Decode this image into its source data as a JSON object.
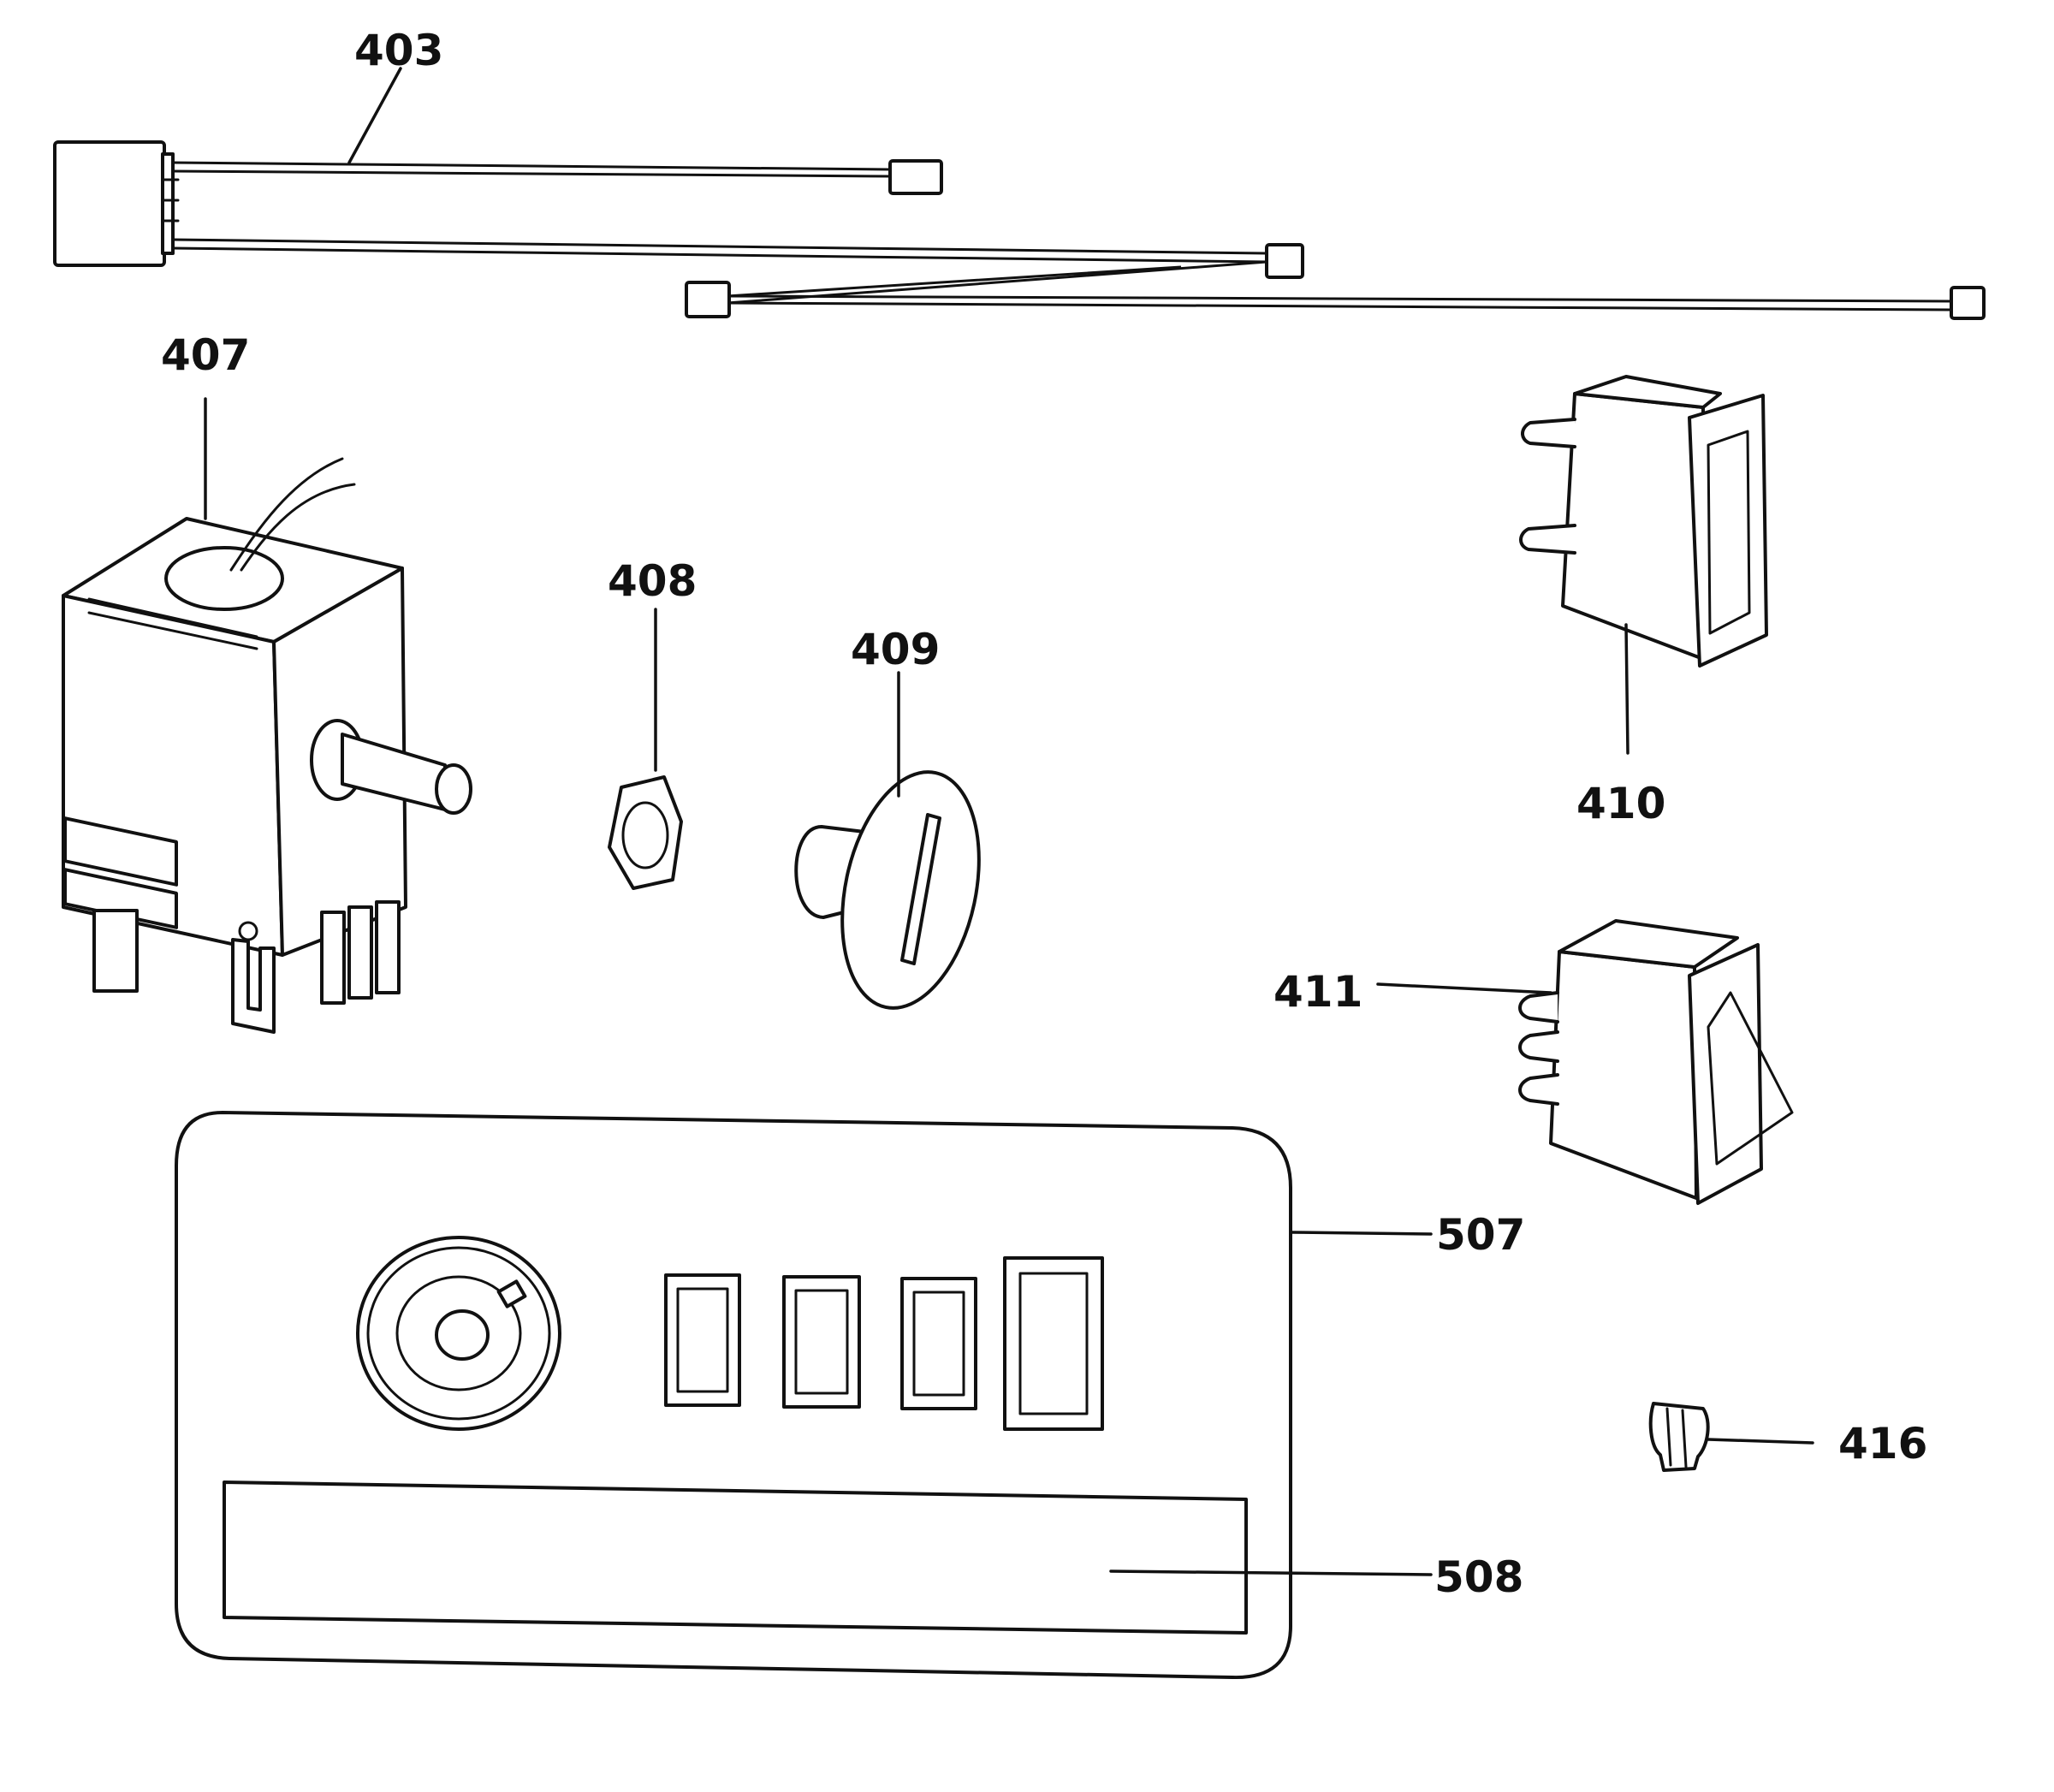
{
  "callouts": {
    "c403": "403",
    "c407": "407",
    "c408": "408",
    "c409": "409",
    "c410": "410",
    "c411": "411",
    "c416": "416",
    "c507": "507",
    "c508": "508"
  },
  "colors": {
    "ink": "#111111",
    "paper": "#ffffff"
  }
}
